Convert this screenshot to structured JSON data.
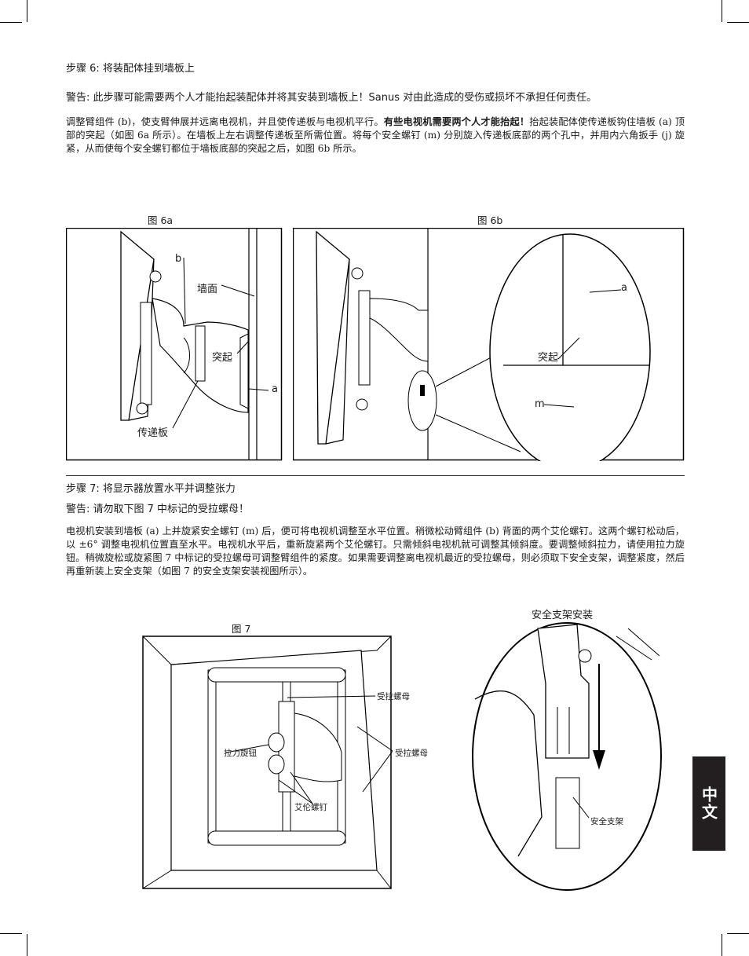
{
  "step6": {
    "title": "步骤 6:  将装配体挂到墙板上",
    "warning": "警告:  此步骤可能需要两个人才能抬起装配体并将其安装到墙板上！Sanus 对由此造成的受伤或损坏不承担任何责任。",
    "body_part1": "调整臂组件  (b)，使支臂伸展并远离电视机，并且使传递板与电视机平行。",
    "body_bold": "有些电视机需要两个人才能抬起！",
    "body_part2": "抬起装配体使传递板钩住墙板 (a) 顶部的突起（如图 6a 所示）。在墙板上左右调整传递板至所需位置。将每个安全螺钉 (m) 分别旋入传递板底部的两个孔中，并用内六角扳手 (j) 旋紧，从而使每个安全螺钉都位于墙板底部的突起之后，如图 6b 所示。"
  },
  "figures": {
    "fig6a": {
      "caption": "图 6a",
      "labels": {
        "b": "b",
        "wall": "墙面",
        "protrusion": "突起",
        "a": "a",
        "transfer_plate": "传递板"
      }
    },
    "fig6b": {
      "caption": "图 6b",
      "labels": {
        "a": "a",
        "protrusion": "突起",
        "m": "m"
      }
    },
    "fig7": {
      "caption": "图 7",
      "labels": {
        "tension_nut_top": "受拉螺母",
        "tension_knob": "拉力旋钮",
        "tension_nut_right": "受拉螺母",
        "allen_screw": "艾伦螺钉"
      }
    },
    "safety": {
      "caption": "安全支架安装",
      "labels": {
        "bracket": "安全支架"
      }
    }
  },
  "step7": {
    "title": "步骤 7:  将显示器放置水平并调整张力",
    "warning": "警告:  请勿取下图 7 中标记的受拉螺母！",
    "body": "电视机安装到墙板 (a) 上并旋紧安全螺钉 (m) 后，便可将电视机调整至水平位置。稍微松动臂组件 (b) 背面的两个艾伦螺钉。这两个螺钉松动后，以 ±6° 调整电视机位置直至水平。电视机水平后，重新旋紧两个艾伦螺钉。只需倾斜电视机就可调整其倾斜度。要调整倾斜拉力，请使用拉力旋钮。稍微旋松或旋紧图 7 中标记的受拉螺母可调整臂组件的紧度。如果需要调整离电视机最近的受拉螺母，则必须取下安全支架，调整紧度，然后再重新装上安全支架（如图 7 的安全支架安装视图所示）。"
  },
  "language_tab": "中文"
}
